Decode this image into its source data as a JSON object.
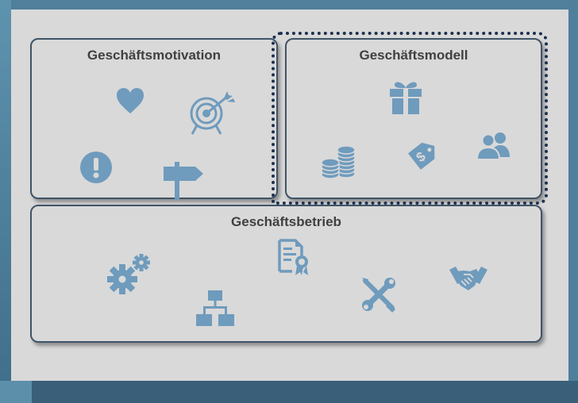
{
  "diagram": {
    "motivation": {
      "title": "Geschäftsmotivation",
      "icons": [
        "heart-icon",
        "target-icon",
        "exclamation-icon",
        "signpost-icon"
      ]
    },
    "model": {
      "title": "Geschäftsmodell",
      "icons": [
        "gift-icon",
        "coins-icon",
        "price-tag-icon",
        "users-icon"
      ]
    },
    "operations": {
      "title": "Geschäftsbetrieb",
      "icons": [
        "gears-icon",
        "hierarchy-icon",
        "certificate-icon",
        "tools-icon",
        "handshake-icon"
      ]
    },
    "colors": {
      "icon": "#6f9bbd",
      "border": "#3f5468",
      "highlight": "#1c2f4f",
      "panel": "#d9d9d9",
      "background": "#4f7f9b"
    }
  }
}
